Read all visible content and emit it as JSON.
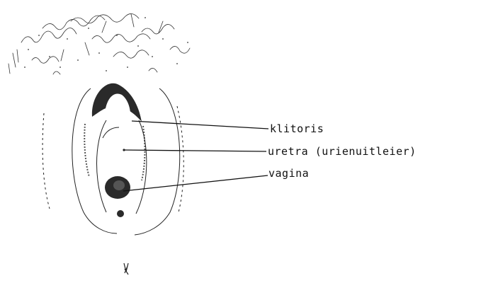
{
  "labels": {
    "klitoris": "klitoris",
    "uretra": "uretra (urienuitleier)",
    "vagina": "vagina"
  },
  "colors": {
    "ink": "#111111",
    "paper": "#ffffff"
  }
}
